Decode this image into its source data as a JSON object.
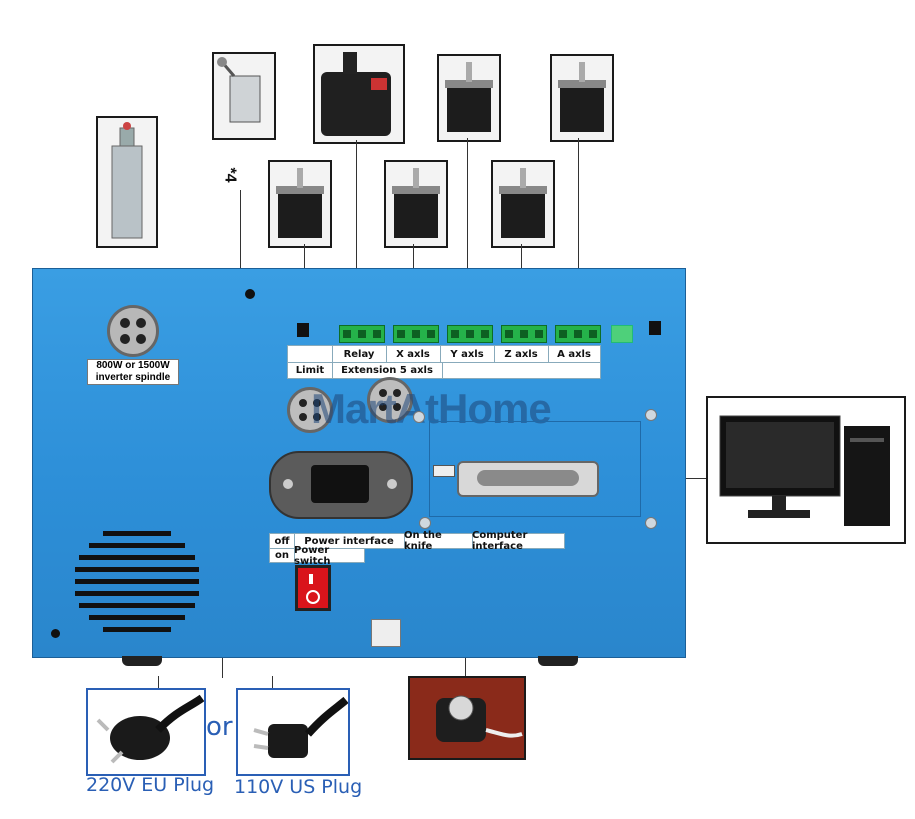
{
  "panel": {
    "spindle_label_line1": "800W or 1500W",
    "spindle_label_line2": "inverter spindle",
    "top_strip": [
      "Relay",
      "X axls",
      "Y axls",
      "Z axls",
      "A axls"
    ],
    "limit_label": "Limit",
    "extension_label": "Extension 5 axls",
    "bottom_strip": [
      "Power interface",
      "On the knife",
      "Computer interface"
    ],
    "off_label": "off",
    "on_label": "on",
    "power_switch_label": "Power switch",
    "watermark": "MartAtHome"
  },
  "annotations": {
    "limit_multiplier": "*4",
    "or_text": "or",
    "eu_plug": "220V EU Plug",
    "us_plug": "110V US Plug"
  },
  "colors": {
    "panel_blue": "#2d8fd8",
    "connector_green": "#25b24a",
    "plug_label_blue": "#2a5fb5",
    "switch_red": "#d9141b"
  }
}
